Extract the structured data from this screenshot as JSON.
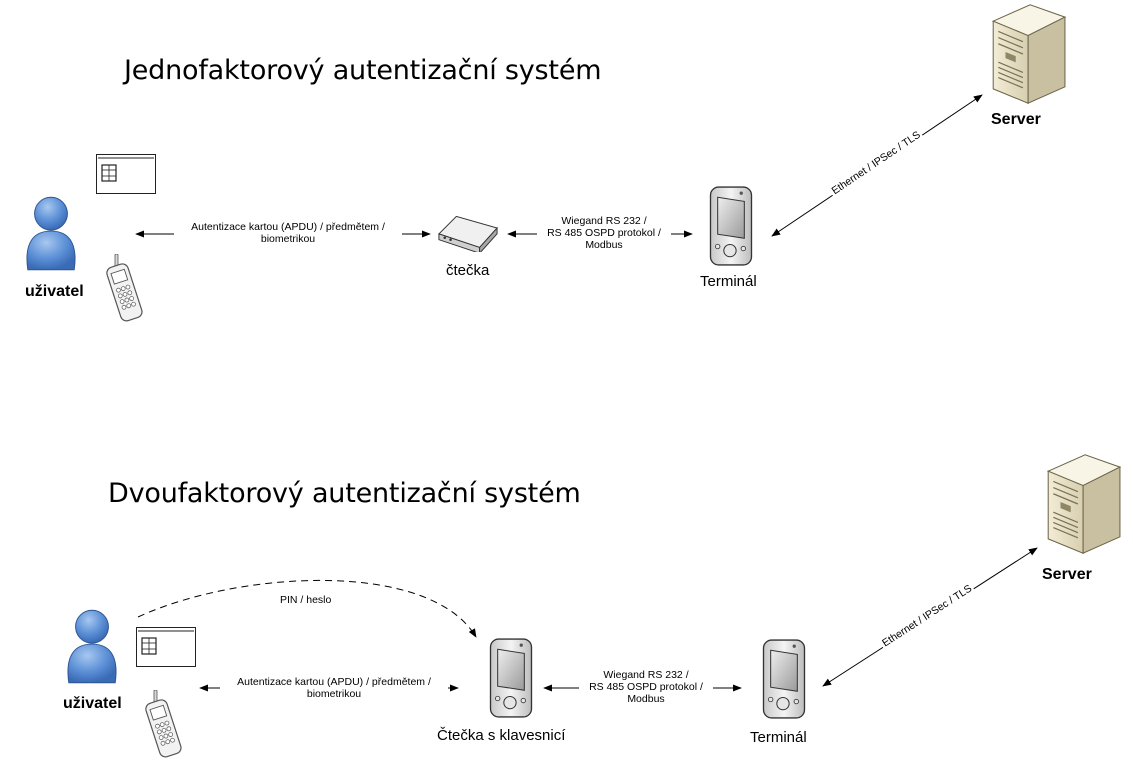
{
  "top": {
    "title": "Jednofaktorový autentizační systém",
    "user_label": "uživatel",
    "reader_label": "čtečka",
    "terminal_label": "Terminál",
    "server_label": "Server",
    "link_user_reader": "Autentizace kartou (APDU) / předmětem / biometrikou",
    "link_user_reader_line1": "Autentizace kartou (APDU) / předmětem /",
    "link_user_reader_line2": "biometrikou",
    "link_reader_terminal_line1": "Wiegand RS 232 /",
    "link_reader_terminal_line2": "RS 485 OSPD protokol /",
    "link_reader_terminal_line3": "Modbus",
    "link_terminal_server": "Ethernet / IPSec / TLS"
  },
  "bottom": {
    "title": "Dvoufaktorový autentizační systém",
    "user_label": "uživatel",
    "reader_label": "Čtečka s klavesnicí",
    "terminal_label": "Terminál",
    "server_label": "Server",
    "pin_label": "PIN / heslo",
    "link_user_reader_line1": "Autentizace kartou (APDU) / předmětem /",
    "link_user_reader_line2": "biometrikou",
    "link_reader_terminal_line1": "Wiegand RS 232 /",
    "link_reader_terminal_line2": "RS 485 OSPD protokol /",
    "link_reader_terminal_line3": "Modbus",
    "link_terminal_server": "Ethernet / IPSec / TLS"
  },
  "icons": [
    "user-icon",
    "smart-card-icon",
    "mobile-phone-icon",
    "card-reader-icon",
    "pda-terminal-icon",
    "server-icon"
  ]
}
